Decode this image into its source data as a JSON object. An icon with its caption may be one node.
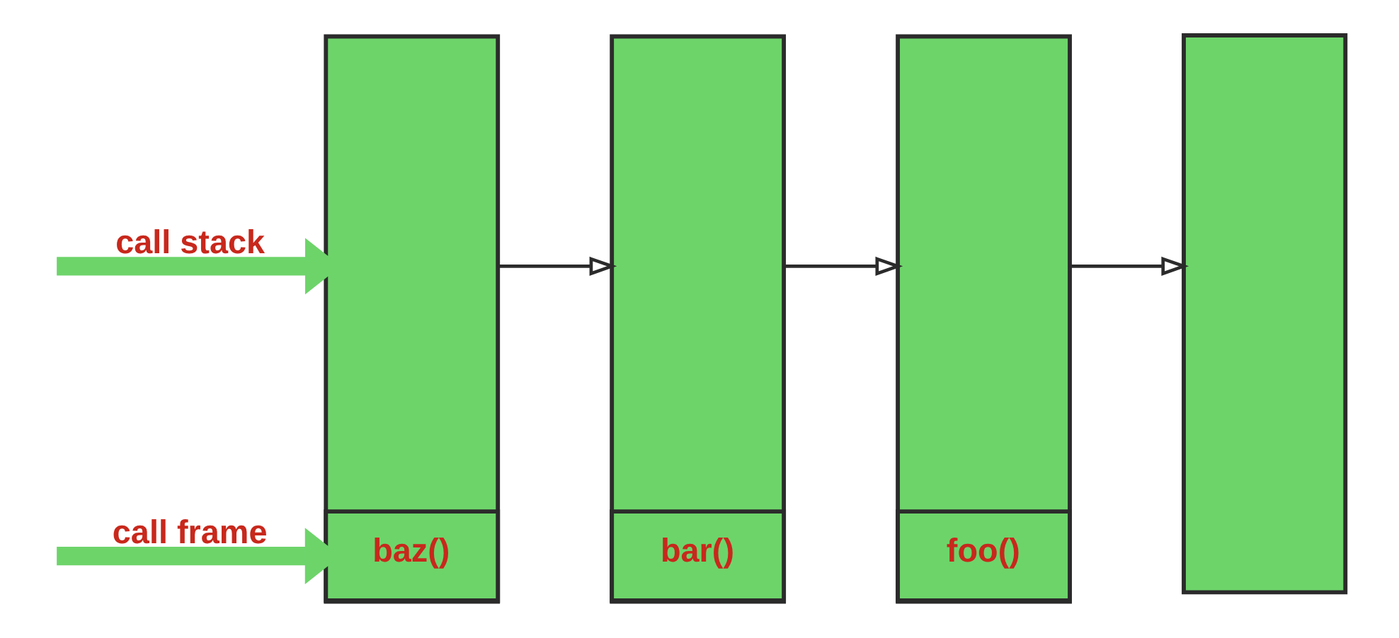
{
  "diagram": {
    "nodes": [
      {
        "text": [],
        "shape": "box"
      },
      {
        "text": [
          "baz()"
        ],
        "in": 0
      },
      {
        "text": [],
        "shape": "box"
      },
      {
        "text": [
          "bar()"
        ],
        "in": 2
      },
      {
        "text": [],
        "shape": "box"
      },
      {
        "text": [
          "foo()"
        ],
        "in": 4
      },
      {
        "text": [],
        "shape": "box"
      }
    ],
    "edges": [
      {
        "from": null,
        "to": 0,
        "arrow": "to",
        "label": "call stack",
        "style": "thick",
        "color": "#6dd46a"
      },
      {
        "from": null,
        "to": 1,
        "arrow": "to",
        "label": "call frame",
        "style": "thick",
        "color": "#6dd46a"
      },
      {
        "from": 0,
        "to": 2,
        "arrow": "to"
      },
      {
        "from": 2,
        "to": 4,
        "arrow": "to"
      },
      {
        "from": 4,
        "to": 6,
        "arrow": "to"
      }
    ]
  }
}
